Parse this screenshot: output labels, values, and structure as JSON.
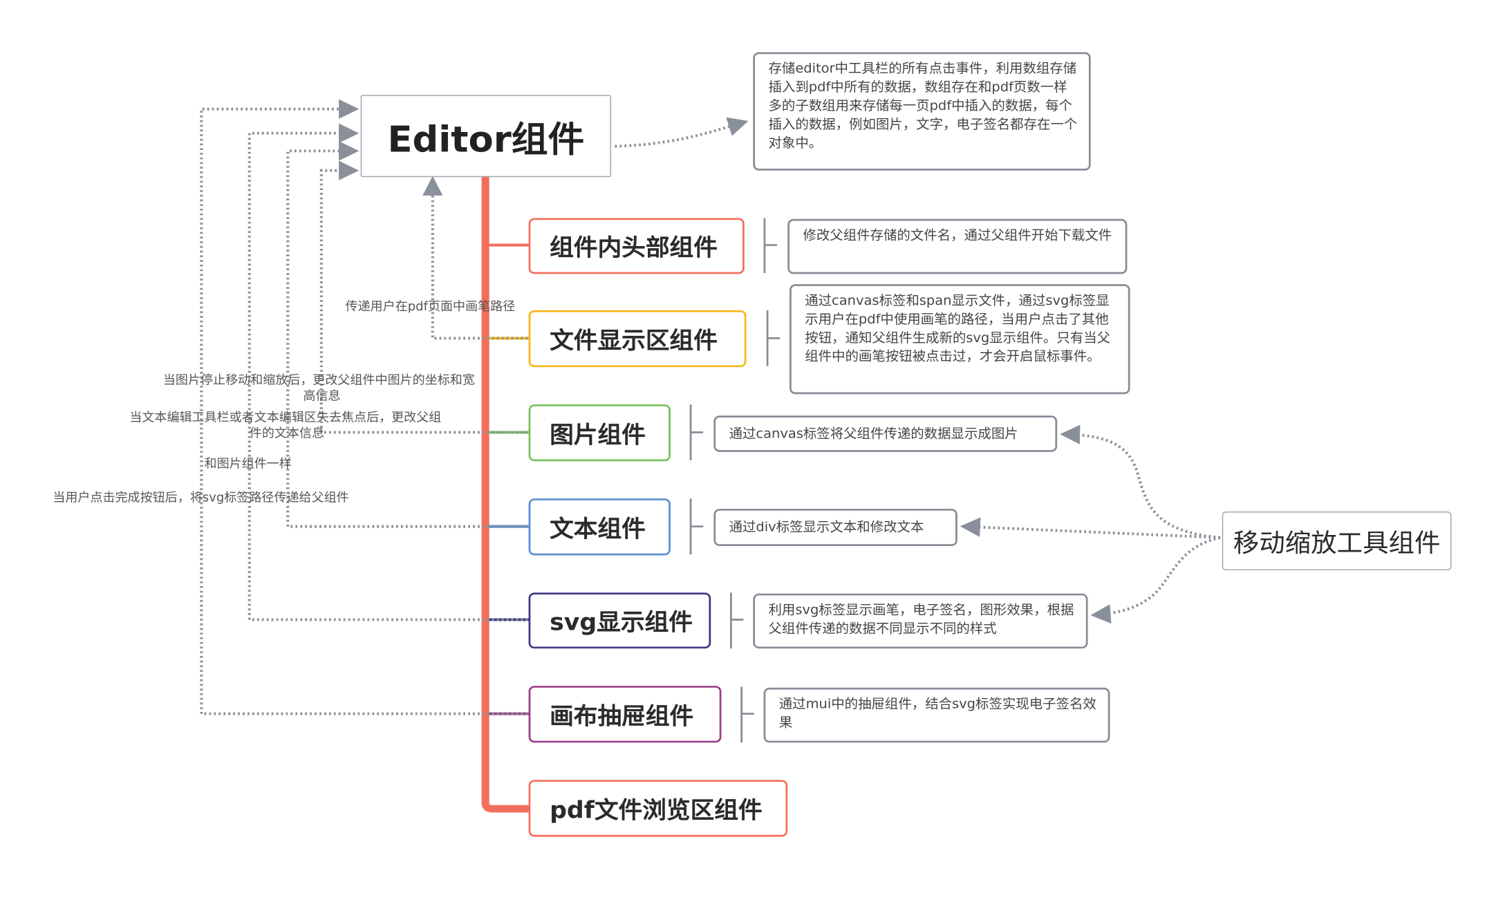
{
  "root": {
    "label": "Editor组件"
  },
  "editor_note": "存储editor中工具栏的所有点击事件，利用数组存储插入到pdf中所有的数据，数组存在和pdf页数一样多的子数组用来存储每一页pdf中插入的数据，每个插入的数据，例如图片，文字，电子签名都存在一个对象中。",
  "children": [
    {
      "label": "组件内头部组件",
      "color": "#f36f5c",
      "note": "修改父组件存储的文件名，通过父组件开始下载文件"
    },
    {
      "label": "文件显示区组件",
      "color": "#f5b818",
      "note": "通过canvas标签和span显示文件，通过svg标签显示用户在pdf中使用画笔的路径，当用户点击了其他按钮，通知父组件生成新的svg显示组件。只有当父组件中的画笔按钮被点击过，才会开启鼠标事件。"
    },
    {
      "label": "图片组件",
      "color": "#79c05a",
      "note": "通过canvas标签将父组件传递的数据显示成图片"
    },
    {
      "label": "文本组件",
      "color": "#5b8ed2",
      "note": "通过div标签显示文本和修改文本"
    },
    {
      "label": "svg显示组件",
      "color": "#3e3a85",
      "note": "利用svg标签显示画笔，电子签名，图形效果，根据父组件传递的数据不同显示不同的样式"
    },
    {
      "label": "画布抽屉组件",
      "color": "#9a3f8a",
      "note": "通过mui中的抽屉组件，结合svg标签实现电子签名效果"
    },
    {
      "label": "pdf文件浏览区组件",
      "color": "#f36f5c",
      "note": ""
    }
  ],
  "tool_node": {
    "label": "移动缩放工具组件"
  },
  "relation_labels": {
    "file_display": "传递用户在pdf页面中画笔路径",
    "image_line1": "当图片停止移动和缩放后，更改父组件中图片的坐标和宽",
    "image_line2": "高信息",
    "text_line1": "当文本编辑工具栏或者文本编辑区失去焦点后，更改父组",
    "text_line2": "件的文本信息",
    "svg": "和图片组件一样",
    "drawer": "当用户点击完成按钮后，将svg标签路径传递给父组件"
  },
  "colors": {
    "trunk": "#f36f5c",
    "relation": "#8a909a"
  }
}
